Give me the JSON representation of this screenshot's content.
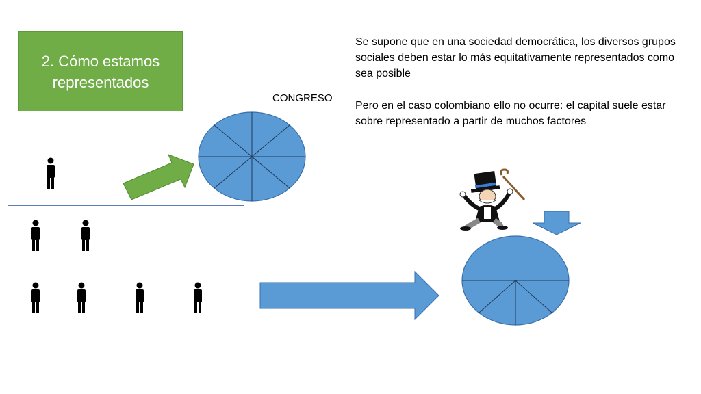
{
  "slide": {
    "title": "2. Cómo estamos representados",
    "congreso_label": "CONGRESO",
    "paragraph_1": "Se supone que en una sociedad democrática, los diversos grupos sociales deben estar lo más equitativamente representados como sea posible",
    "paragraph_2": "Pero en el caso colombiano ello no ocurre: el capital suele estar sobre representado a partir de muchos factores"
  },
  "colors": {
    "title_box": "#70ad47",
    "pie_fill": "#5b9bd5",
    "green_arrow": "#70ad47",
    "blue_arrow": "#5b9bd5"
  },
  "icons": [
    "person-icon",
    "pie-chart",
    "arrow",
    "monopoly-man-illustration"
  ]
}
